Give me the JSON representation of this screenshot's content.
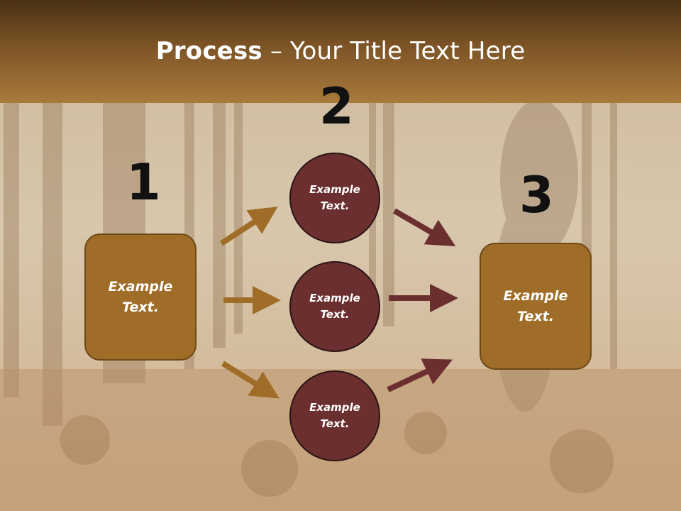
{
  "slide": {
    "title_bold": "Process",
    "title_rest": " – Your Title Text Here",
    "step_numbers": [
      "1",
      "2",
      "3"
    ],
    "left_box": "Example Text.",
    "circles": [
      "Example Text.",
      "Example Text.",
      "Example Text."
    ],
    "right_box": "Example Text."
  },
  "colors": {
    "header_dark": "#4a3016",
    "header_light": "#a87a3c",
    "box_fill": "#a06d28",
    "circle_fill": "#6b2f30",
    "arrow_left": "#a06d28",
    "arrow_right": "#6b2f30"
  }
}
